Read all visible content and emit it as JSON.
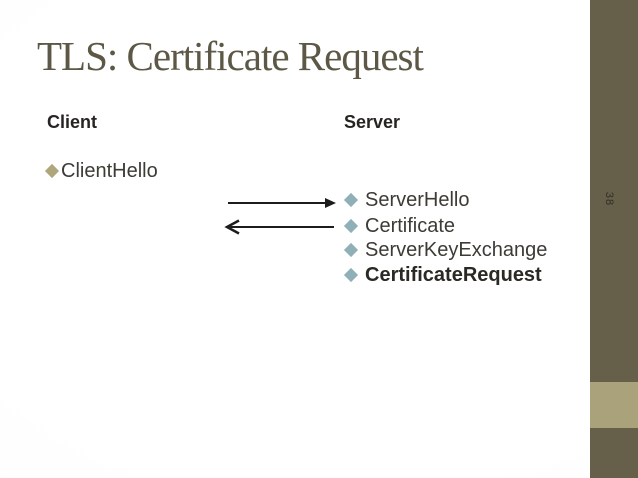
{
  "slide": {
    "title": "TLS: Certificate Request",
    "slide_number": "38",
    "client": {
      "heading": "Client",
      "messages": [
        {
          "label": "ClientHello"
        }
      ]
    },
    "server": {
      "heading": "Server",
      "messages": [
        {
          "label": "ServerHello"
        },
        {
          "label": "Certificate"
        },
        {
          "label": "ServerKeyExchange"
        },
        {
          "label": "CertificateRequest"
        }
      ]
    },
    "icons": {
      "client_bullet": "diamond-bullet-icon (khaki rotated square)",
      "server_bullet": "diamond-bullet-icon (blue-gray rotated square)",
      "arrow_right": "arrow-right-icon (client to server)",
      "arrow_left": "arrow-left-icon (server to client)"
    },
    "colors": {
      "title_text": "#5d5845",
      "heading_text": "#262522",
      "body_text": "#3c3b36",
      "client_diamond": "#b0a67c",
      "server_diamond": "#90b0b8",
      "sidebar_dark": "#665f4a",
      "sidebar_accent_band": "#a9a27a",
      "arrow": "#1c1c1c"
    }
  }
}
